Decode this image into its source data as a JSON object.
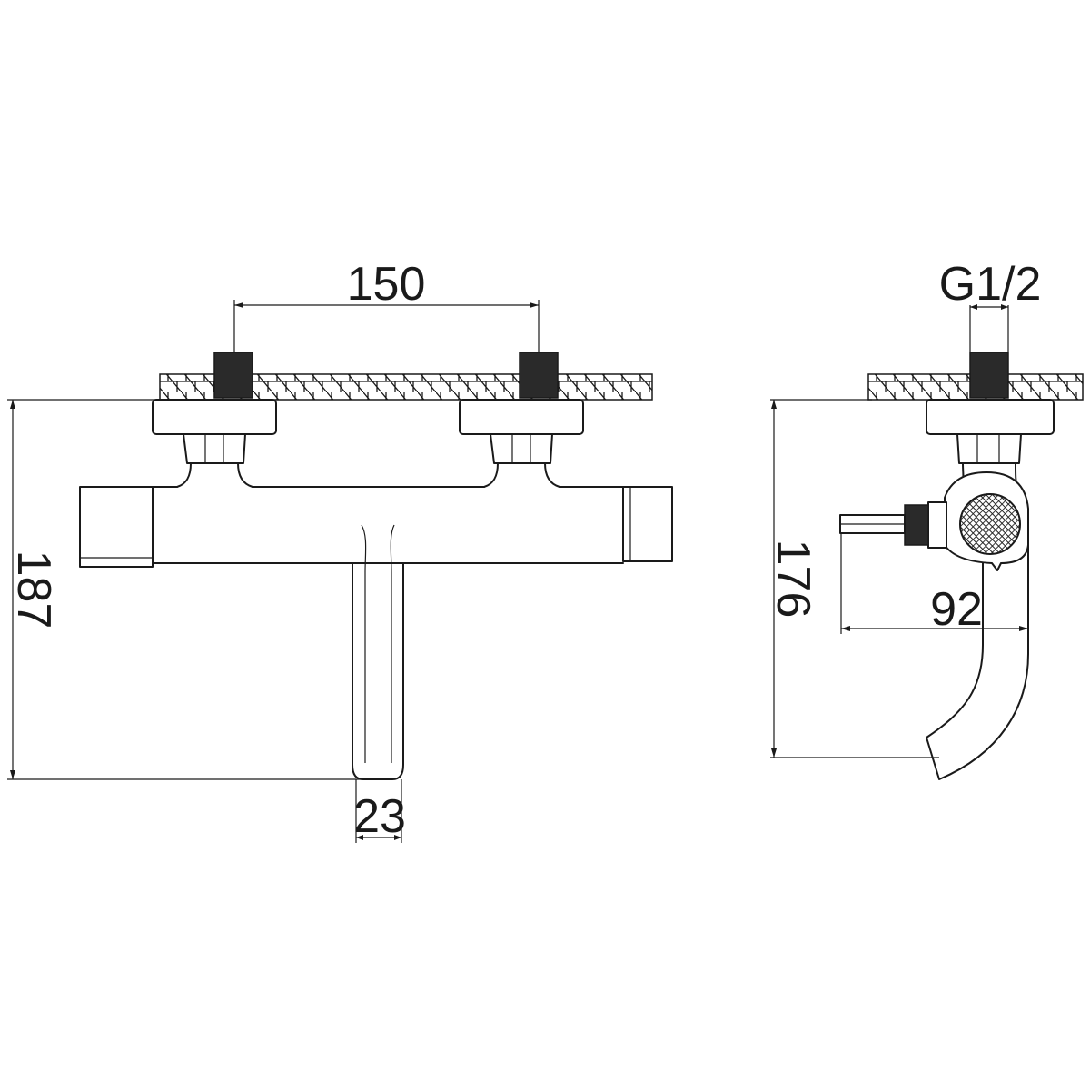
{
  "drawing": {
    "dimensions": {
      "inlet_spacing": "150",
      "thread_size": "G1/2",
      "front_height": "187",
      "side_height": "176",
      "spout_projection": "92",
      "spout_width": "23"
    }
  }
}
